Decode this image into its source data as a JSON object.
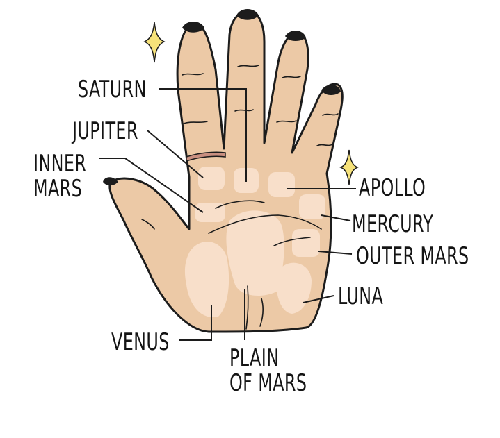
{
  "labels": {
    "saturn": "SATURN",
    "jupiter": "JUPITER",
    "inner_mars_1": "INNER",
    "inner_mars_2": "MARS",
    "apollo": "APOLLO",
    "mercury": "MERCURY",
    "outer_mars": "OUTER MARS",
    "luna": "LUNA",
    "venus": "VENUS",
    "plain_of_mars_1": "PLAIN",
    "plain_of_mars_2": "OF MARS"
  },
  "colors": {
    "skin": "#ecc9a6",
    "skin_shadow": "#d8a982",
    "mount": "#f8dfca",
    "outline": "#1c1c1c",
    "nail": "#1c1c1c",
    "ring": "#c98f80",
    "sparkle": "#f6e27a"
  }
}
